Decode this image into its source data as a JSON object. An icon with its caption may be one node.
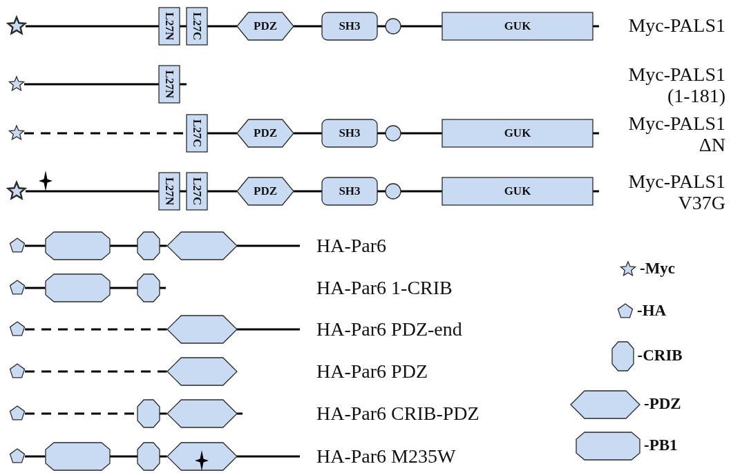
{
  "diagram": {
    "nodes": [
      {
        "text": [],
        "shape": "star"
      },
      {
        "text": [
          "L27N"
        ]
      },
      {
        "text": [
          "L27C"
        ]
      },
      {
        "text": [
          "PDZ"
        ]
      },
      {
        "text": [
          "SH3"
        ]
      },
      {
        "text": [],
        "shape": "circle"
      },
      {
        "text": [
          "GUK"
        ]
      },
      {
        "text": [],
        "shape": "star"
      },
      {
        "text": [
          "L27N"
        ]
      },
      {
        "text": [],
        "shape": "star"
      },
      {
        "text": [
          "L27C"
        ]
      },
      {
        "text": [
          "PDZ"
        ]
      },
      {
        "text": [
          "SH3"
        ]
      },
      {
        "text": [],
        "shape": "circle"
      },
      {
        "text": [
          "GUK"
        ]
      },
      {
        "text": [],
        "shape": "star"
      },
      {
        "text": [
          "L27N"
        ]
      },
      {
        "text": [
          "L27C"
        ]
      },
      {
        "text": [
          "PDZ"
        ]
      },
      {
        "text": [
          "SH3"
        ]
      },
      {
        "text": [],
        "shape": "circle"
      },
      {
        "text": [
          "GUK"
        ]
      },
      {
        "text": [],
        "shape": "pentagon"
      },
      {
        "text": [],
        "shape": "octagon"
      },
      {
        "text": [],
        "shape": "octagon"
      },
      {
        "text": [],
        "shape": "hexagon"
      },
      {
        "text": [],
        "shape": "pentagon"
      },
      {
        "text": [],
        "shape": "octagon"
      },
      {
        "text": [],
        "shape": "octagon"
      },
      {
        "text": [],
        "shape": "pentagon"
      },
      {
        "text": [],
        "shape": "hexagon"
      },
      {
        "text": [],
        "shape": "pentagon"
      },
      {
        "text": [],
        "shape": "hexagon"
      },
      {
        "text": [],
        "shape": "pentagon"
      },
      {
        "text": [],
        "shape": "octagon"
      },
      {
        "text": [],
        "shape": "hexagon"
      },
      {
        "text": [],
        "shape": "pentagon"
      },
      {
        "text": [],
        "shape": "octagon"
      },
      {
        "text": [],
        "shape": "octagon"
      },
      {
        "text": [],
        "shape": "hexagon"
      }
    ],
    "edges": [
      {
        "from": 0,
        "to": 1,
        "arrow": "none"
      },
      {
        "from": 1,
        "to": 2,
        "arrow": "none"
      },
      {
        "from": 2,
        "to": 3,
        "arrow": "none"
      },
      {
        "from": 3,
        "to": 4,
        "arrow": "none"
      },
      {
        "from": 4,
        "to": 5,
        "arrow": "none"
      },
      {
        "from": 5,
        "to": 6,
        "arrow": "none"
      },
      {
        "from": 6,
        "to": null,
        "arrow": "none"
      },
      {
        "from": 7,
        "to": 8,
        "arrow": "none"
      },
      {
        "from": 8,
        "to": null,
        "arrow": "none"
      },
      {
        "from": 9,
        "to": 10,
        "arrow": "none",
        "style": "dashed"
      },
      {
        "from": 10,
        "to": 11,
        "arrow": "none"
      },
      {
        "from": 11,
        "to": 12,
        "arrow": "none"
      },
      {
        "from": 12,
        "to": 13,
        "arrow": "none"
      },
      {
        "from": 13,
        "to": 14,
        "arrow": "none"
      },
      {
        "from": 14,
        "to": null,
        "arrow": "none"
      },
      {
        "from": 15,
        "to": 16,
        "arrow": "none"
      },
      {
        "from": 16,
        "to": 17,
        "arrow": "none"
      },
      {
        "from": 17,
        "to": 18,
        "arrow": "none"
      },
      {
        "from": 18,
        "to": 19,
        "arrow": "none"
      },
      {
        "from": 19,
        "to": 20,
        "arrow": "none"
      },
      {
        "from": 20,
        "to": 21,
        "arrow": "none"
      },
      {
        "from": 21,
        "to": null,
        "arrow": "none"
      },
      {
        "from": 22,
        "to": 23,
        "arrow": "none"
      },
      {
        "from": 23,
        "to": 24,
        "arrow": "none"
      },
      {
        "from": 24,
        "to": 25,
        "arrow": "none"
      },
      {
        "from": 25,
        "to": null,
        "arrow": "none"
      },
      {
        "from": 26,
        "to": 27,
        "arrow": "none"
      },
      {
        "from": 27,
        "to": 28,
        "arrow": "none"
      },
      {
        "from": 28,
        "to": null,
        "arrow": "none"
      },
      {
        "from": 29,
        "to": 30,
        "arrow": "none",
        "style": "dashed"
      },
      {
        "from": 30,
        "to": null,
        "arrow": "none"
      },
      {
        "from": 31,
        "to": 32,
        "arrow": "none",
        "style": "dashed"
      },
      {
        "from": 33,
        "to": 34,
        "arrow": "none",
        "style": "dashed"
      },
      {
        "from": 34,
        "to": 35,
        "arrow": "none"
      },
      {
        "from": 35,
        "to": null,
        "arrow": "none"
      },
      {
        "from": 36,
        "to": 37,
        "arrow": "none"
      },
      {
        "from": 37,
        "to": 38,
        "arrow": "none"
      },
      {
        "from": 38,
        "to": 39,
        "arrow": "none"
      },
      {
        "from": 39,
        "to": null,
        "arrow": "none"
      }
    ],
    "labels": [
      "Myc-PALS1",
      "Myc-PALS1 (1-181)",
      "Myc-PALS1 ΔN",
      "Myc-PALS1 V37G",
      "HA-Par6",
      "HA-Par6 1-CRIB",
      "HA-Par6 PDZ-end",
      "HA-Par6 PDZ",
      "HA-Par6 CRIB-PDZ",
      "HA-Par6 M235W"
    ],
    "legend": [
      {
        "text": "-Myc"
      },
      {
        "text": "-HA"
      },
      {
        "text": "-CRIB"
      },
      {
        "text": "-PDZ"
      },
      {
        "text": "-PB1"
      }
    ]
  }
}
